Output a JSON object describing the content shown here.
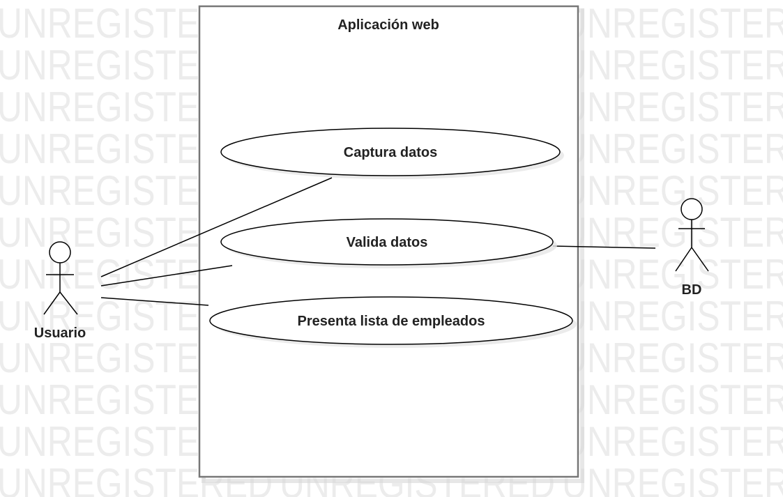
{
  "watermark": "UNREGISTERED",
  "system": {
    "title": "Aplicación web"
  },
  "use_cases": [
    {
      "label": "Captura datos"
    },
    {
      "label": "Valida datos"
    },
    {
      "label": "Presenta lista de empleados"
    }
  ],
  "actors": [
    {
      "label": "Usuario"
    },
    {
      "label": "BD"
    }
  ]
}
